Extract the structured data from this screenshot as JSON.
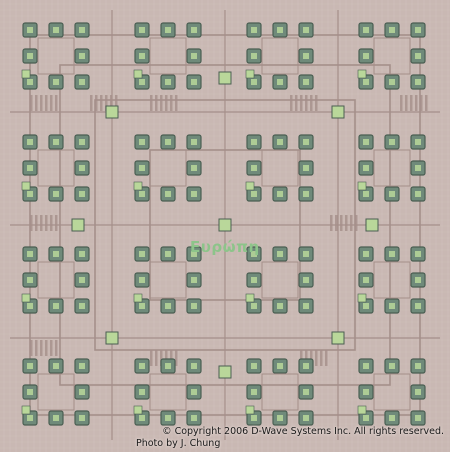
{
  "image": {
    "kind": "superconducting-processor-die-micrograph",
    "chip_label": "Eυρώπη",
    "copyright_text": "© Copyright 2006 D-Wave Systems Inc. All rights reserved.",
    "photo_credit": "Photo by J. Chung",
    "colors": {
      "substrate": "#c9b8b3",
      "trace": "#a58f8a",
      "trace_light": "#ddd0cc",
      "cell_fill": "#6f8a7a",
      "cell_border": "#4a5e52",
      "green_pad": "#b9d79a",
      "chip_label": "#8dc48a"
    }
  }
}
